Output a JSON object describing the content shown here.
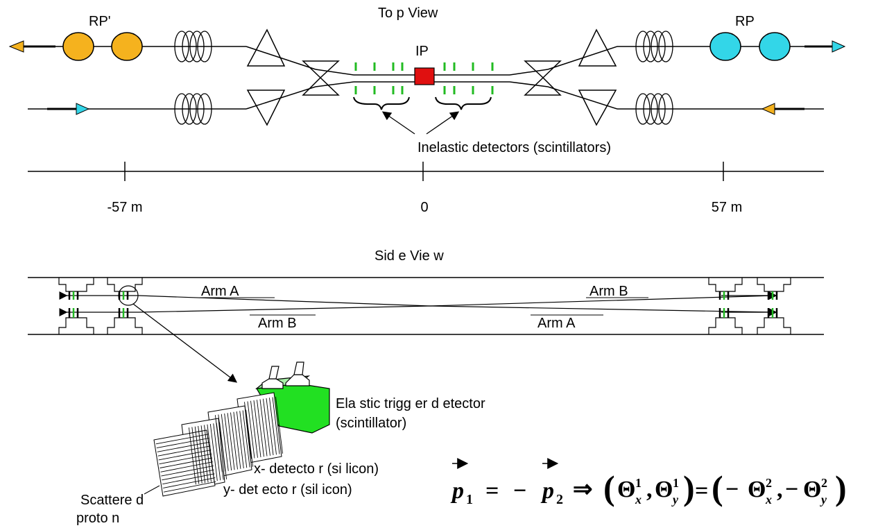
{
  "top_view": {
    "title": "To p View",
    "rp_left": "RP'",
    "rp_right": "RP",
    "ip": "IP",
    "inelastic_label": "Inelastic detectors (scintillators)",
    "colors": {
      "left_pots": "#f5b21e",
      "right_pots": "#33d6e8",
      "ip": "#e01010",
      "scint": "#22bb22"
    }
  },
  "axis": {
    "ticks": [
      "-57  m",
      "0",
      "57  m"
    ]
  },
  "side_view": {
    "title": "Sid e Vie w",
    "arm_a_top": "Arm A",
    "arm_b_top": "Arm B",
    "arm_b_bottom": "Arm B",
    "arm_a_bottom": "Arm A"
  },
  "detail": {
    "elastic_trigger": "Ela stic trigg er d etector",
    "elastic_trigger_sub": "(scintillator)",
    "x_detector": "x- detecto r (si licon)",
    "y_detector": "y- det ecto r (sil icon)",
    "scattered": "Scattere d",
    "proton": "proto n"
  },
  "equation": {
    "p": "p",
    "minus": "−",
    "implies": "⇒",
    "theta": "Θ",
    "one": "1",
    "two": "2",
    "x": "x",
    "y": "y",
    "eq": "="
  }
}
